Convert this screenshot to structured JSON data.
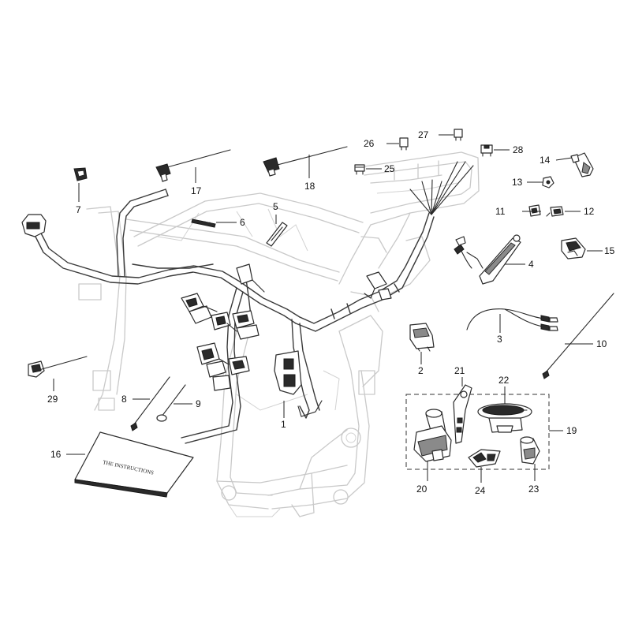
{
  "diagram": {
    "callouts": {
      "c1": "1",
      "c2": "2",
      "c3": "3",
      "c4": "4",
      "c5": "5",
      "c6": "6",
      "c7": "7",
      "c8": "8",
      "c9": "9",
      "c10": "10",
      "c11": "11",
      "c12": "12",
      "c13": "13",
      "c14": "14",
      "c15": "15",
      "c16": "16",
      "c17": "17",
      "c18": "18",
      "c19": "19",
      "c20": "20",
      "c21": "21",
      "c22": "22",
      "c23": "23",
      "c24": "24",
      "c25": "25",
      "c26": "26",
      "c27": "27",
      "c28": "28",
      "c29": "29"
    },
    "booklet_text": "THE INSTRUCTIONS"
  }
}
